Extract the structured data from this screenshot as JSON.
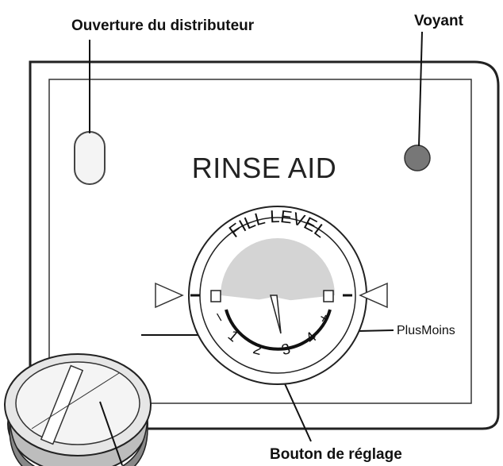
{
  "callouts": {
    "opening": "Ouverture du distributeur",
    "indicator": "Voyant",
    "adjust_knob": "Bouton de réglage",
    "plus_minus": "PlusMoins"
  },
  "panel": {
    "title": "RINSE AID"
  },
  "dial": {
    "ring_text": "FILL LEVEL",
    "marks": [
      "–",
      "1",
      "2",
      "3",
      "4",
      "+"
    ]
  },
  "colors": {
    "indicator_light": "#777777",
    "panel_outline": "#222222",
    "cap_band": "#555555"
  }
}
